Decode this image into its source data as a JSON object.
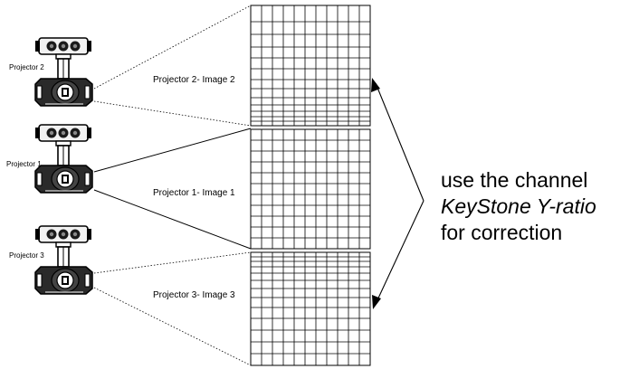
{
  "projectors": [
    {
      "label": "Projector 2"
    },
    {
      "label": "Projector 1"
    },
    {
      "label": "Projector 3"
    }
  ],
  "images": [
    {
      "label": "Projector 2- Image 2"
    },
    {
      "label": "Projector 1- Image 1"
    },
    {
      "label": "Projector 3- Image 3"
    }
  ],
  "note": {
    "line1": "use the channel",
    "line2": "KeyStone Y-ratio",
    "line3": "for correction"
  }
}
